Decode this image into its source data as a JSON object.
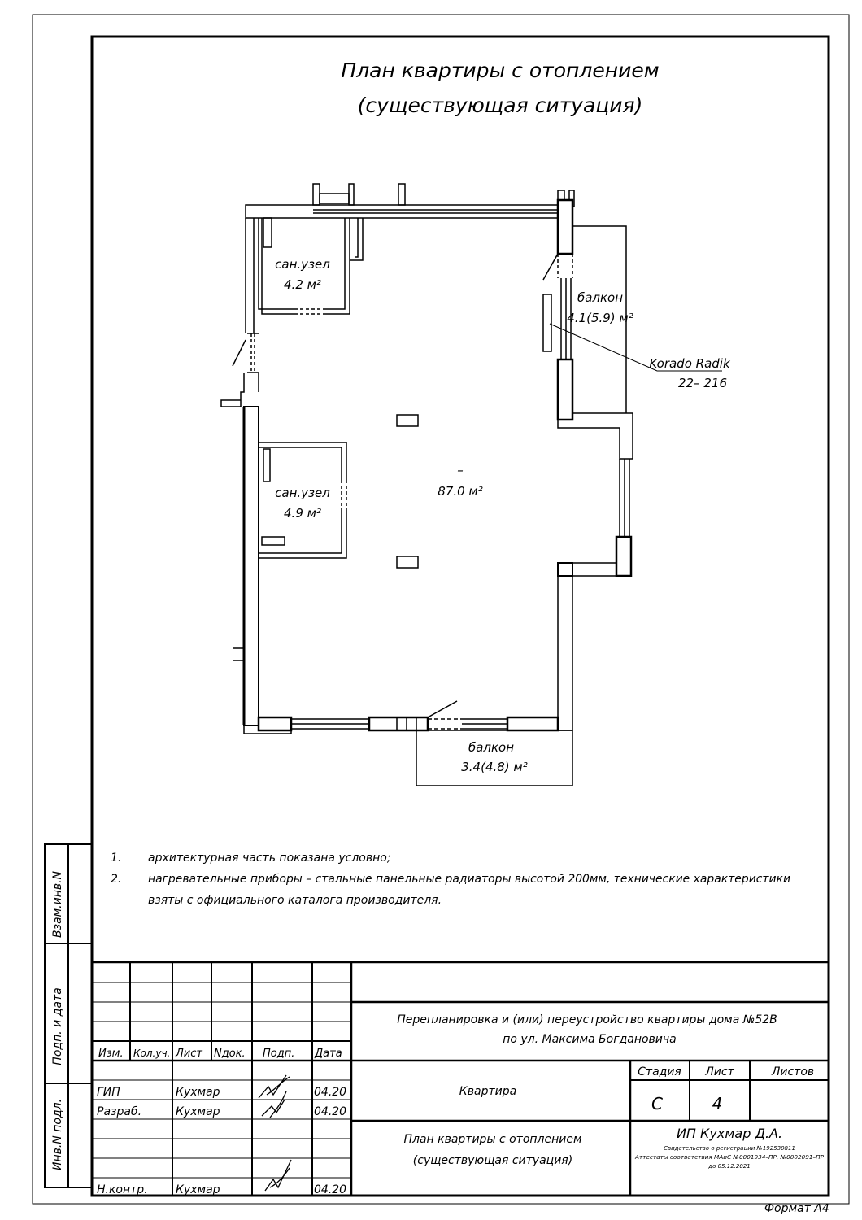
{
  "title": {
    "line1": "План квартиры с отоплением",
    "line2": "(существующая ситуация)"
  },
  "rooms": {
    "wc1": {
      "name": "сан.узел",
      "area": "4.2 м²"
    },
    "wc2": {
      "name": "сан.узел",
      "area": "4.9 м²"
    },
    "main": {
      "name": "–",
      "area": "87.0 м²"
    },
    "balcony1": {
      "name": "балкон",
      "area": "4.1(5.9) м²"
    },
    "balcony2": {
      "name": "балкон",
      "area": "3.4(4.8) м²"
    }
  },
  "radiator": {
    "brand": "Korado Radik",
    "model": "22– 216"
  },
  "notes": [
    {
      "num": "1.",
      "text": "архитектурная часть показана условно;"
    },
    {
      "num": "2.",
      "text": "нагревательные приборы – стальные панельные радиаторы высотой 200мм, технические характеристики"
    },
    {
      "num": "",
      "text": "взяты с официального каталога производителя."
    }
  ],
  "side_stamp": {
    "vzam": "Взам.инв.N",
    "podp": "Подп. и дата",
    "inv": "Инв.N подл."
  },
  "stamp": {
    "headers": [
      "Изм.",
      "Кол.уч.",
      "Лист",
      "Nдок.",
      "Подп.",
      "Дата"
    ],
    "rows": [
      {
        "role": "ГИП",
        "name": "Кухмар",
        "date": "04.20"
      },
      {
        "role": "Разраб.",
        "name": "Кухмар",
        "date": "04.20"
      },
      {
        "role": "Н.контр.",
        "name": "Кухмар",
        "date": "04.20"
      }
    ],
    "project_line1": "Перепланировка и (или) переустройство квартиры  дома №52В",
    "project_line2": "по ул. Максима Богдановича",
    "object": "Квартира",
    "sheet_title1": "План квартиры с отоплением",
    "sheet_title2": "(существующая ситуация)",
    "stage_label": "Стадия",
    "sheet_label": "Лист",
    "sheets_label": "Листов",
    "stage": "С",
    "sheet": "4",
    "sheets": "",
    "org": "ИП Кухмар Д.А.",
    "org_line1": "Свидетельство о регистрации №192530811",
    "org_line2": "Аттестаты соответствия МАиС №0001934–ПР, №0002091–ПР",
    "org_line3": "до 05.12.2021"
  },
  "format": "Формат А4"
}
